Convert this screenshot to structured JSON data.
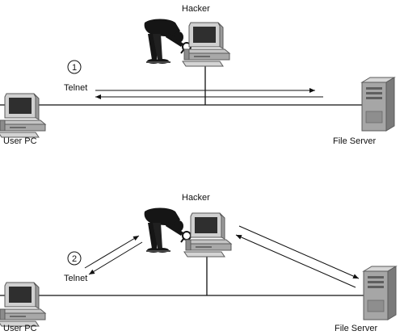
{
  "diagram": {
    "scenario_1": {
      "step_number": "1",
      "hacker_label": "Hacker",
      "protocol_label": "Telnet",
      "user_label": "User PC",
      "server_label": "File Server"
    },
    "scenario_2": {
      "step_number": "2",
      "hacker_label": "Hacker",
      "protocol_label": "Telnet",
      "user_label": "User PC",
      "server_label": "File Server"
    }
  },
  "colors": {
    "line": "#111111",
    "device_light": "#d4d4d4",
    "device_mid": "#a8a8a8",
    "device_dark": "#6a6a6a",
    "screen": "#2f2f2f",
    "hacker_body": "#151515"
  }
}
